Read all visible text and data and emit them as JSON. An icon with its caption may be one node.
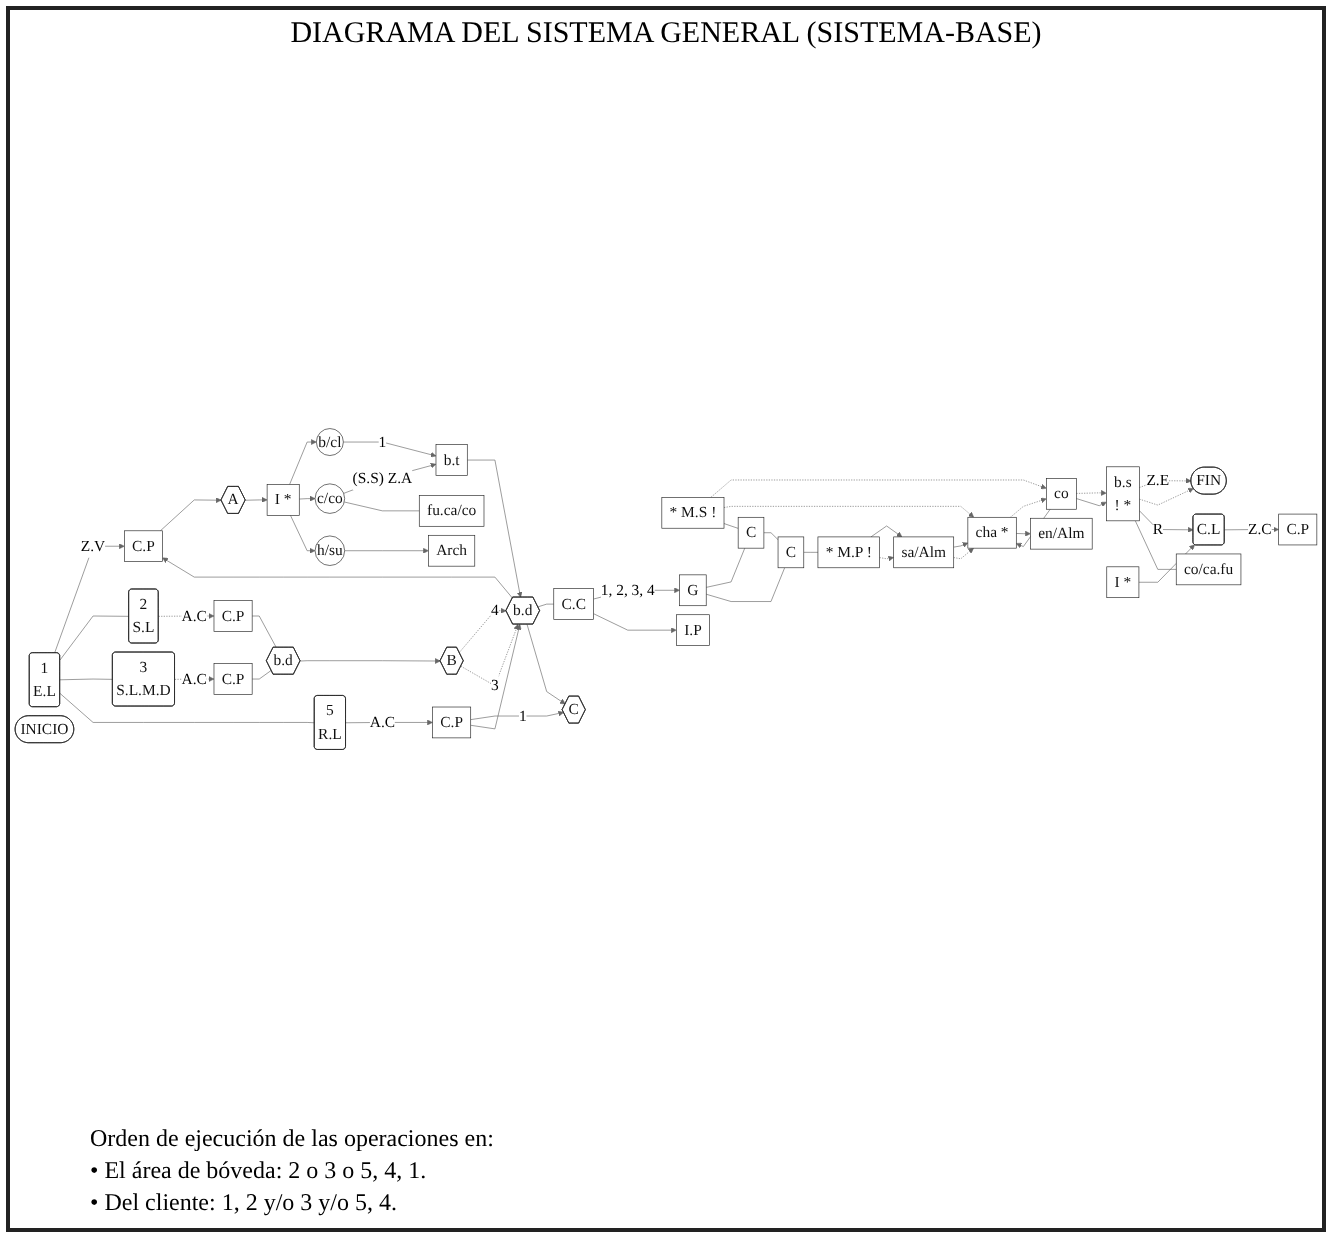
{
  "diagram": {
    "title": "DIAGRAMA DEL SISTEMA GENERAL (SISTEMA-BASE)",
    "nodes": [
      {
        "text": [
          "1",
          "E.L"
        ]
      },
      {
        "text": [
          "C.P"
        ]
      },
      {
        "text": [
          "A"
        ]
      },
      {
        "text": [
          "I *"
        ]
      },
      {
        "text": [
          "b/cl"
        ]
      },
      {
        "text": [
          "c/co"
        ]
      },
      {
        "text": [
          "h/su"
        ]
      },
      {
        "text": [
          "Arch"
        ]
      },
      {
        "text": [
          "fu.ca/co"
        ]
      },
      {
        "text": [
          "b.t"
        ]
      },
      {
        "text": [
          "b.s",
          "! *"
        ]
      },
      {
        "text": [
          "FIN"
        ]
      },
      {
        "text": [
          "C.L"
        ]
      },
      {
        "text": [
          "C.P"
        ]
      },
      {
        "text": [
          "I *"
        ]
      },
      {
        "text": [
          "co/ca.fu"
        ]
      },
      {
        "text": [
          "co"
        ]
      },
      {
        "text": [
          "cha *"
        ]
      },
      {
        "text": [
          "en/Alm"
        ]
      },
      {
        "text": [
          "sa/Alm"
        ]
      },
      {
        "text": [
          "* M.S !"
        ]
      },
      {
        "text": [
          "* M.P !"
        ]
      },
      {
        "text": [
          "2",
          "S.L"
        ]
      },
      {
        "text": [
          "C.P"
        ]
      },
      {
        "text": [
          "3",
          "S.L.M.D"
        ]
      },
      {
        "text": [
          "C.P"
        ]
      },
      {
        "text": [
          "b.d"
        ]
      },
      {
        "text": [
          "B"
        ]
      },
      {
        "text": [
          "b.d"
        ]
      },
      {
        "text": [
          "C.C"
        ]
      },
      {
        "text": [
          "G"
        ]
      },
      {
        "text": [
          "C"
        ]
      },
      {
        "text": [
          "C"
        ]
      },
      {
        "text": [
          "5",
          "R.L"
        ]
      },
      {
        "text": [
          "C.P"
        ]
      },
      {
        "text": [
          "C"
        ]
      },
      {
        "text": [
          "I.P"
        ]
      },
      {
        "text": [
          "INICIO"
        ]
      }
    ],
    "edges": [
      {
        "from": 0,
        "to": 1,
        "arrow": "to",
        "label": "Z.V"
      },
      {
        "from": 1,
        "to": 2,
        "arrow": "to"
      },
      {
        "from": 2,
        "to": 3,
        "arrow": "to"
      },
      {
        "from": 3,
        "to": 4,
        "arrow": "to"
      },
      {
        "from": 3,
        "to": 5,
        "arrow": "to"
      },
      {
        "from": 3,
        "to": 6,
        "arrow": "to"
      },
      {
        "from": 4,
        "to": 9,
        "arrow": "to",
        "label": "1"
      },
      {
        "from": 5,
        "to": 9,
        "arrow": "to",
        "label": "(S.S) Z.A"
      },
      {
        "from": 5,
        "to": 8,
        "arrow": "none"
      },
      {
        "from": 6,
        "to": 7,
        "arrow": "to"
      },
      {
        "from": 9,
        "to": 28,
        "arrow": "to"
      },
      {
        "from": 28,
        "to": 1,
        "arrow": "to"
      },
      {
        "from": 10,
        "to": 11,
        "arrow": "to",
        "style": "dashed",
        "label": "Z.E"
      },
      {
        "from": 10,
        "to": 11,
        "arrow": "to",
        "style": "dashed"
      },
      {
        "from": 10,
        "to": 12,
        "arrow": "to",
        "label": "R"
      },
      {
        "from": 10,
        "to": 15,
        "arrow": "none"
      },
      {
        "from": 14,
        "to": 12,
        "arrow": "to"
      },
      {
        "from": 12,
        "to": 13,
        "arrow": "to",
        "label": "Z.C"
      },
      {
        "from": 16,
        "to": 10,
        "arrow": "to",
        "style": "dashed"
      },
      {
        "from": 16,
        "to": 10,
        "arrow": "to"
      },
      {
        "from": 16,
        "to": 17,
        "arrow": "to"
      },
      {
        "from": 17,
        "to": 16,
        "arrow": "to",
        "style": "dashed"
      },
      {
        "from": 17,
        "to": 18,
        "arrow": "to"
      },
      {
        "from": 19,
        "to": 17,
        "arrow": "to"
      },
      {
        "from": 19,
        "to": 17,
        "arrow": "to",
        "style": "dashed"
      },
      {
        "from": 20,
        "to": 16,
        "arrow": "to",
        "style": "dashed"
      },
      {
        "from": 20,
        "to": 17,
        "arrow": "to",
        "style": "dashed"
      },
      {
        "from": 21,
        "to": 19,
        "arrow": "to"
      },
      {
        "from": 21,
        "to": 19,
        "arrow": "to",
        "style": "dashed"
      },
      {
        "from": 0,
        "to": 22,
        "arrow": "none"
      },
      {
        "from": 0,
        "to": 24,
        "arrow": "none"
      },
      {
        "from": 0,
        "to": 33,
        "arrow": "none"
      },
      {
        "from": 22,
        "to": 23,
        "arrow": "to",
        "style": "dashed",
        "label": "A.C"
      },
      {
        "from": 24,
        "to": 25,
        "arrow": "to",
        "style": "dashed",
        "label": "A.C"
      },
      {
        "from": 23,
        "to": 26,
        "arrow": "none"
      },
      {
        "from": 25,
        "to": 26,
        "arrow": "none"
      },
      {
        "from": 26,
        "to": 27,
        "arrow": "to"
      },
      {
        "from": 27,
        "to": 28,
        "arrow": "to",
        "style": "dashed",
        "label": "4"
      },
      {
        "from": 27,
        "to": 28,
        "arrow": "to",
        "style": "dashed",
        "label": "3"
      },
      {
        "from": 28,
        "to": 29,
        "arrow": "none"
      },
      {
        "from": 29,
        "to": 30,
        "arrow": "to",
        "label": "1, 2, 3, 4"
      },
      {
        "from": 30,
        "to": 31,
        "arrow": "none"
      },
      {
        "from": 31,
        "to": 32,
        "arrow": "none"
      },
      {
        "from": 32,
        "to": 30,
        "arrow": "none"
      },
      {
        "from": 20,
        "to": 31,
        "arrow": "none"
      },
      {
        "from": 32,
        "to": 21,
        "arrow": "none"
      },
      {
        "from": 33,
        "to": 34,
        "arrow": "to",
        "label": "A.C"
      },
      {
        "from": 34,
        "to": 35,
        "arrow": "to",
        "label": "1"
      },
      {
        "from": 28,
        "to": 35,
        "arrow": "to"
      },
      {
        "from": 34,
        "to": 28,
        "arrow": "to"
      },
      {
        "from": 29,
        "to": 36,
        "arrow": "to"
      }
    ],
    "labels": [
      "Orden de ejecución de las operaciones en:",
      "• El área de bóveda: 2 o 3 o 5, 4, 1.",
      "• Del cliente: 1, 2 y/o 3 y/o 5, 4."
    ]
  }
}
